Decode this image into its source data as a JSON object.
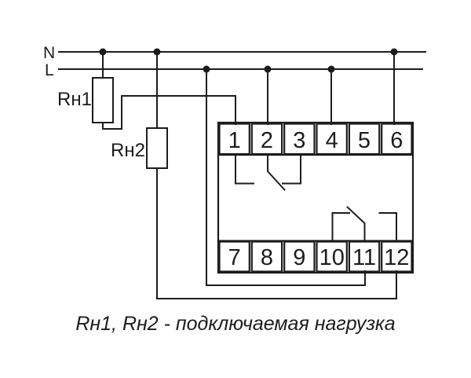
{
  "diagram": {
    "type": "relay-wiring-schematic",
    "power_lines": {
      "neutral_label": "N",
      "live_label": "L"
    },
    "loads": {
      "rn1_label": "Rн1",
      "rn2_label": "Rн2"
    },
    "relay": {
      "top_terminals": [
        "1",
        "2",
        "3",
        "4",
        "5",
        "6"
      ],
      "bottom_terminals": [
        "7",
        "8",
        "9",
        "10",
        "11",
        "12"
      ]
    },
    "caption": "Rн1, Rн2 - подключаемая нагрузка",
    "colors": {
      "line": "#1c1c1c",
      "background": "#ffffff"
    }
  }
}
